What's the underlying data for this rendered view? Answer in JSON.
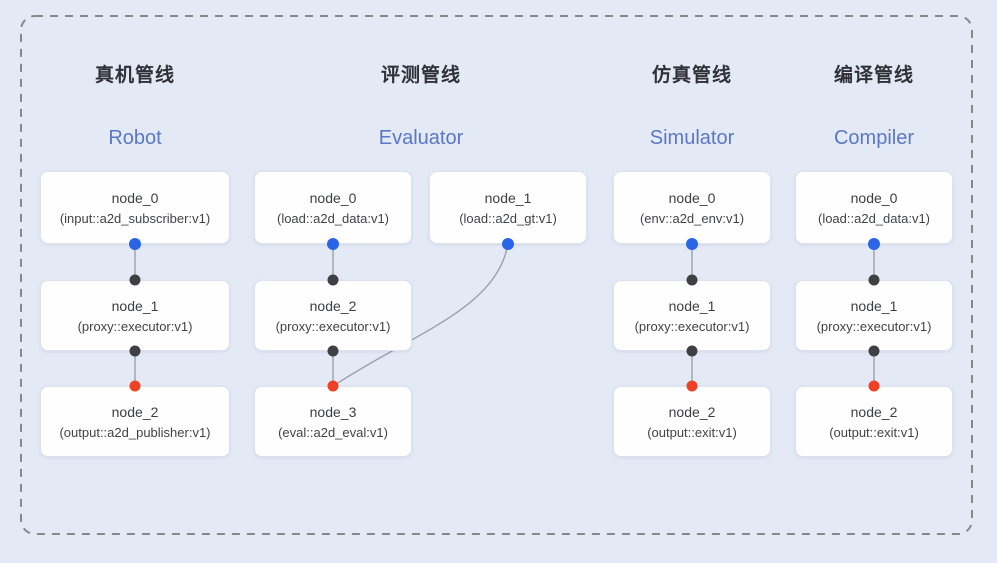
{
  "frame": {
    "style": "dashed",
    "border_color": "#85888f"
  },
  "colors": {
    "background": "#e4e9f6",
    "node_bg": "#fefefe",
    "node_border": "#dde2ec",
    "edge": "#9aa0ac",
    "title_en_blue": "#5b77c5",
    "title_cn_dark": "#303136",
    "port_blue": "#2a65e8",
    "port_dark": "#3f4043",
    "port_red": "#ee4125"
  },
  "pipelines": [
    {
      "id": "robot",
      "title_cn": "真机管线",
      "title_en": "Robot",
      "nodes": [
        {
          "name": "node_0",
          "type": "(input::a2d_subscriber:v1)"
        },
        {
          "name": "node_1",
          "type": "(proxy::executor:v1)"
        },
        {
          "name": "node_2",
          "type": "(output::a2d_publisher:v1)"
        }
      ],
      "edges": [
        "node_0->node_1",
        "node_1->node_2"
      ]
    },
    {
      "id": "evaluator",
      "title_cn": "评测管线",
      "title_en": "Evaluator",
      "nodes": [
        {
          "name": "node_0",
          "type": "(load::a2d_data:v1)"
        },
        {
          "name": "node_1",
          "type": "(load::a2d_gt:v1)"
        },
        {
          "name": "node_2",
          "type": "(proxy::executor:v1)"
        },
        {
          "name": "node_3",
          "type": "(eval::a2d_eval:v1)"
        }
      ],
      "edges": [
        "node_0->node_2",
        "node_2->node_3",
        "node_1->node_3"
      ]
    },
    {
      "id": "simulator",
      "title_cn": "仿真管线",
      "title_en": "Simulator",
      "nodes": [
        {
          "name": "node_0",
          "type": "(env::a2d_env:v1)"
        },
        {
          "name": "node_1",
          "type": "(proxy::executor:v1)"
        },
        {
          "name": "node_2",
          "type": "(output::exit:v1)"
        }
      ],
      "edges": [
        "node_0->node_1",
        "node_1->node_2"
      ]
    },
    {
      "id": "compiler",
      "title_cn": "编译管线",
      "title_en": "Compiler",
      "nodes": [
        {
          "name": "node_0",
          "type": "(load::a2d_data:v1)"
        },
        {
          "name": "node_1",
          "type": "(proxy::executor:v1)"
        },
        {
          "name": "node_2",
          "type": "(output::exit:v1)"
        }
      ],
      "edges": [
        "node_0->node_1",
        "node_1->node_2"
      ]
    }
  ]
}
